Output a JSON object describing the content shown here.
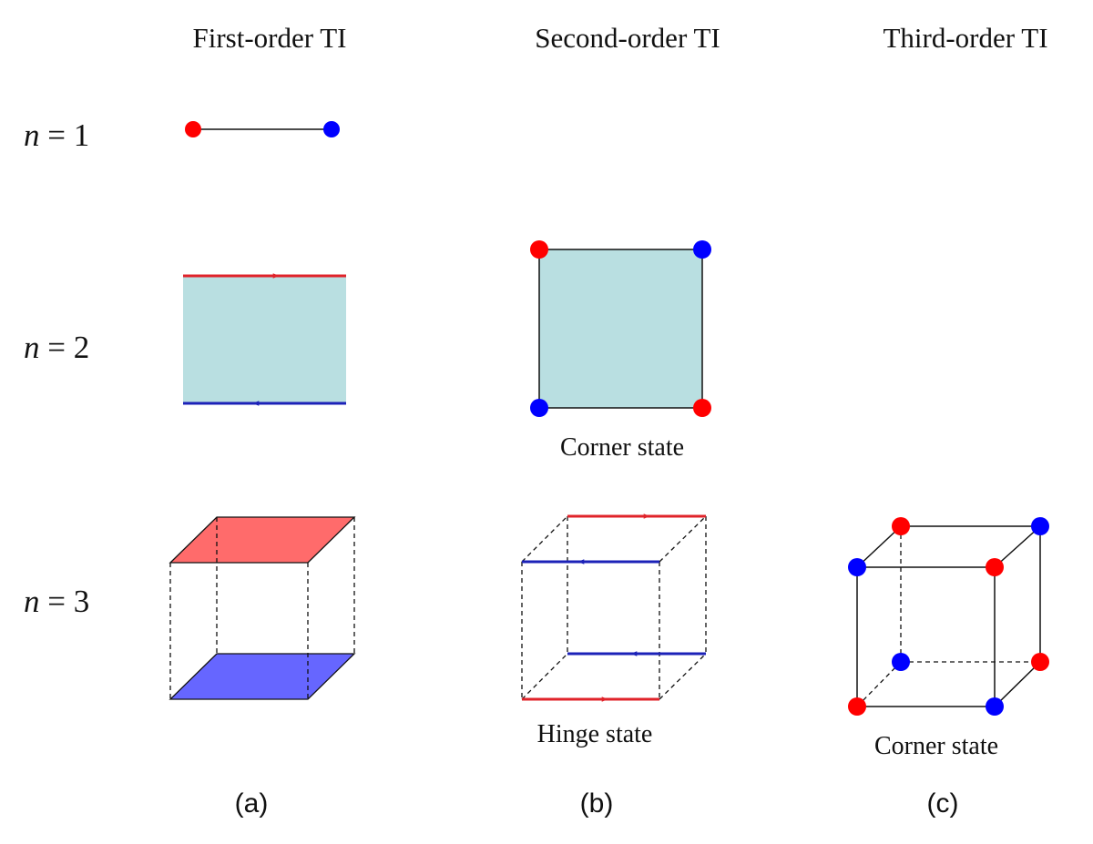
{
  "columns": [
    "First-order TI",
    "Second-order TI",
    "Third-order TI"
  ],
  "rows": [
    {
      "var": "n",
      "rest": " = 1"
    },
    {
      "var": "n",
      "rest": " = 2"
    },
    {
      "var": "n",
      "rest": " = 3"
    }
  ],
  "labels": {
    "corner_state_2d": "Corner state",
    "hinge_state": "Hinge state",
    "corner_state_3d": "Corner state"
  },
  "panels": [
    "(a)",
    "(b)",
    "(c)"
  ],
  "colors": {
    "red": "#ff0000",
    "blue": "#0000ff",
    "edge_red": "#e0232a",
    "edge_blue": "#1c22b8",
    "fill_teal": "#b9dfe1",
    "face_red": "#ff6b6b",
    "face_blue": "#6666ff",
    "line": "#111111"
  }
}
